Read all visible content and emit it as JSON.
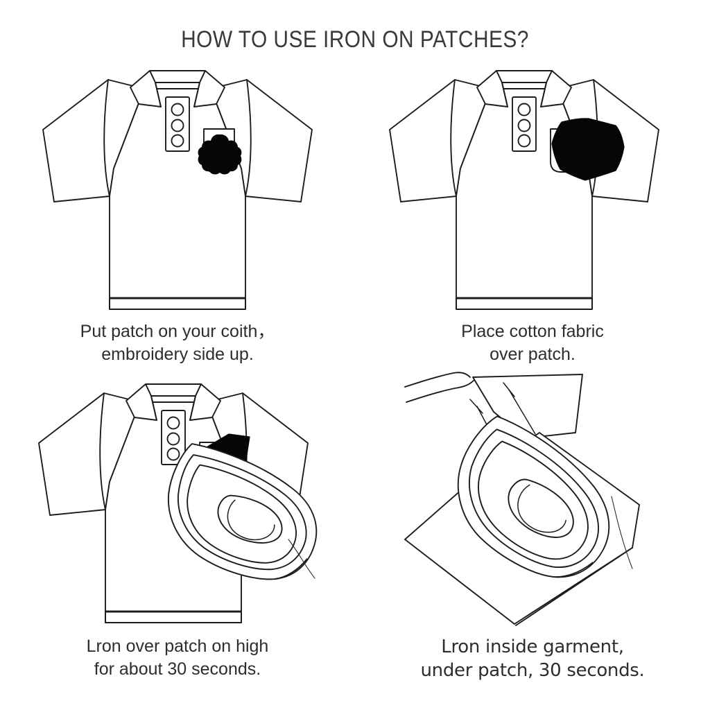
{
  "document": {
    "title": "HOW TO USE IRON ON PATCHES?",
    "background_color": "#ffffff",
    "ink_color": "#1c1c1c",
    "title_color": "#3a3a3a"
  },
  "steps": [
    {
      "index": "1",
      "caption_line1": "Put patch on your coith，",
      "caption_line2": "embroidery side up.",
      "illustration": "polo-shirt-with-patch-on-pocket",
      "elements": [
        "collar",
        "placket",
        "button",
        "button",
        "button",
        "chest-pocket",
        "embroidery-patch",
        "left-sleeve",
        "right-sleeve",
        "hem-band"
      ]
    },
    {
      "index": "2",
      "caption_line1": "Place cotton fabric",
      "caption_line2": "over patch.",
      "illustration": "polo-shirt-with-black-cotton-cloth-over-patch",
      "elements": [
        "collar",
        "placket",
        "button",
        "button",
        "button",
        "chest-pocket",
        "black-cotton-cloth",
        "left-sleeve",
        "right-sleeve",
        "hem-band"
      ]
    },
    {
      "index": "3",
      "caption_line1": "Lron over patch on high",
      "caption_line2": "for about 30 seconds.",
      "illustration": "polo-shirt-with-iron-pressing-on-covered-patch",
      "elements": [
        "collar",
        "placket",
        "button",
        "button",
        "button",
        "black-cotton-cloth",
        "clothes-iron",
        "iron-cord",
        "left-sleeve",
        "right-sleeve",
        "hem-band"
      ]
    },
    {
      "index": "4",
      "caption_line1": "Lron inside garment,",
      "caption_line2": "under patch, 30 seconds.",
      "illustration": "garment-turned-inside-out-with-iron-underneath-patch",
      "elements": [
        "inside-out-fabric-panel",
        "sleeve-edge",
        "clothes-iron",
        "iron-cord",
        "fabric-fold-edge"
      ]
    }
  ]
}
